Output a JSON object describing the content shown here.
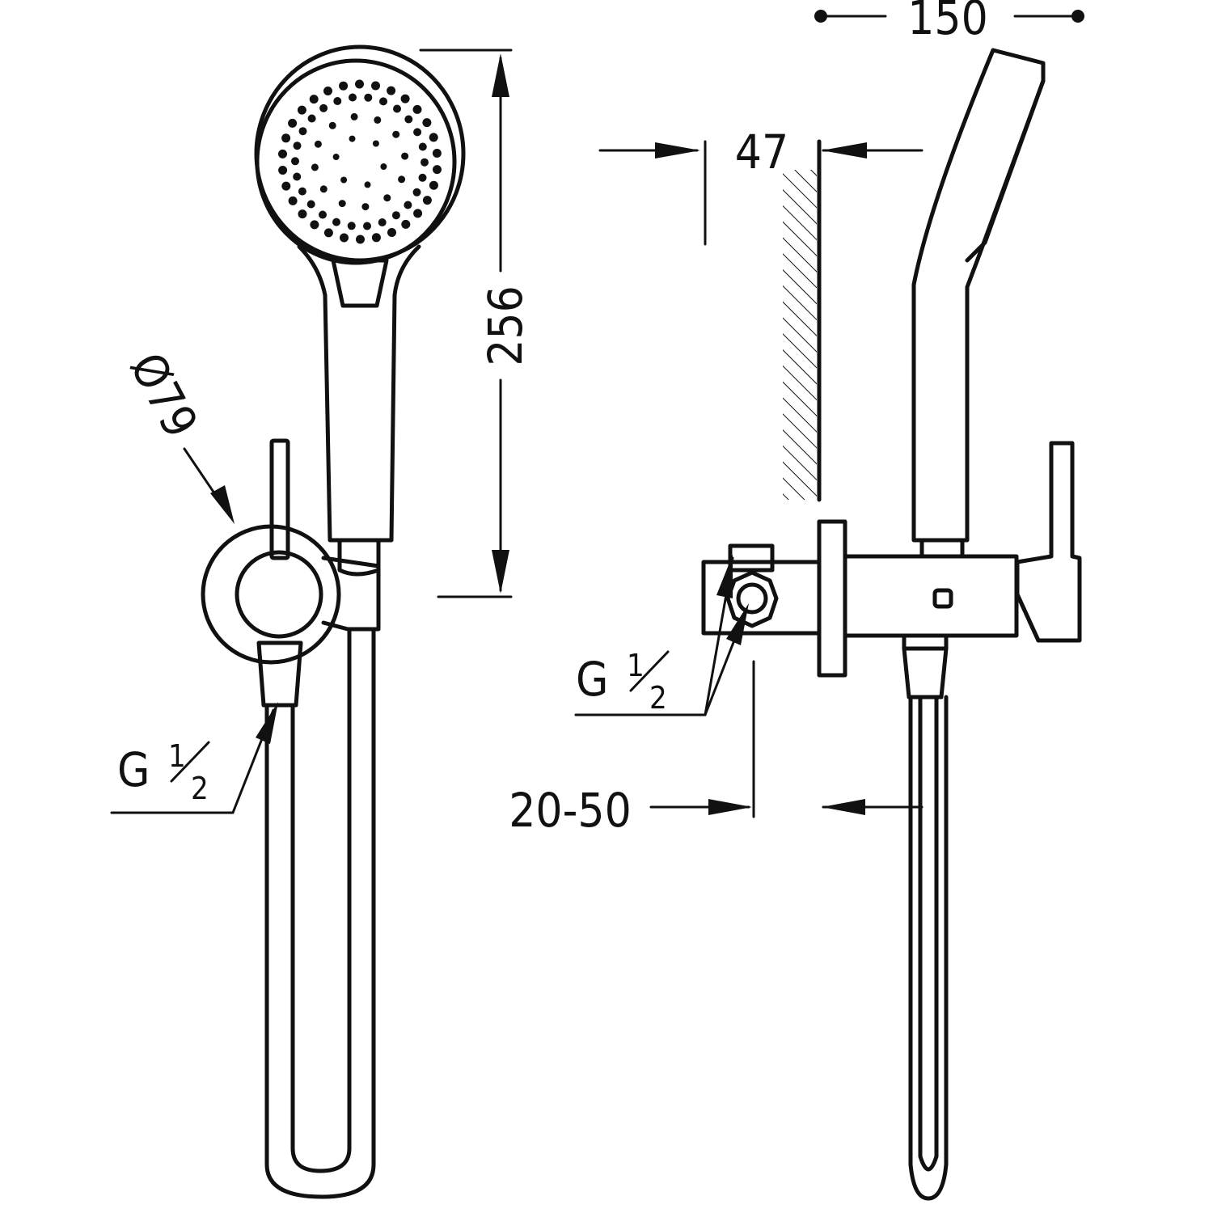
{
  "dimensions": {
    "width_top": "150",
    "wall_offset": "47",
    "height": "256",
    "diameter": "Ø79",
    "adjust_range": "20-50"
  },
  "thread": {
    "prefix": "G",
    "numerator": "1",
    "denominator": "2"
  }
}
